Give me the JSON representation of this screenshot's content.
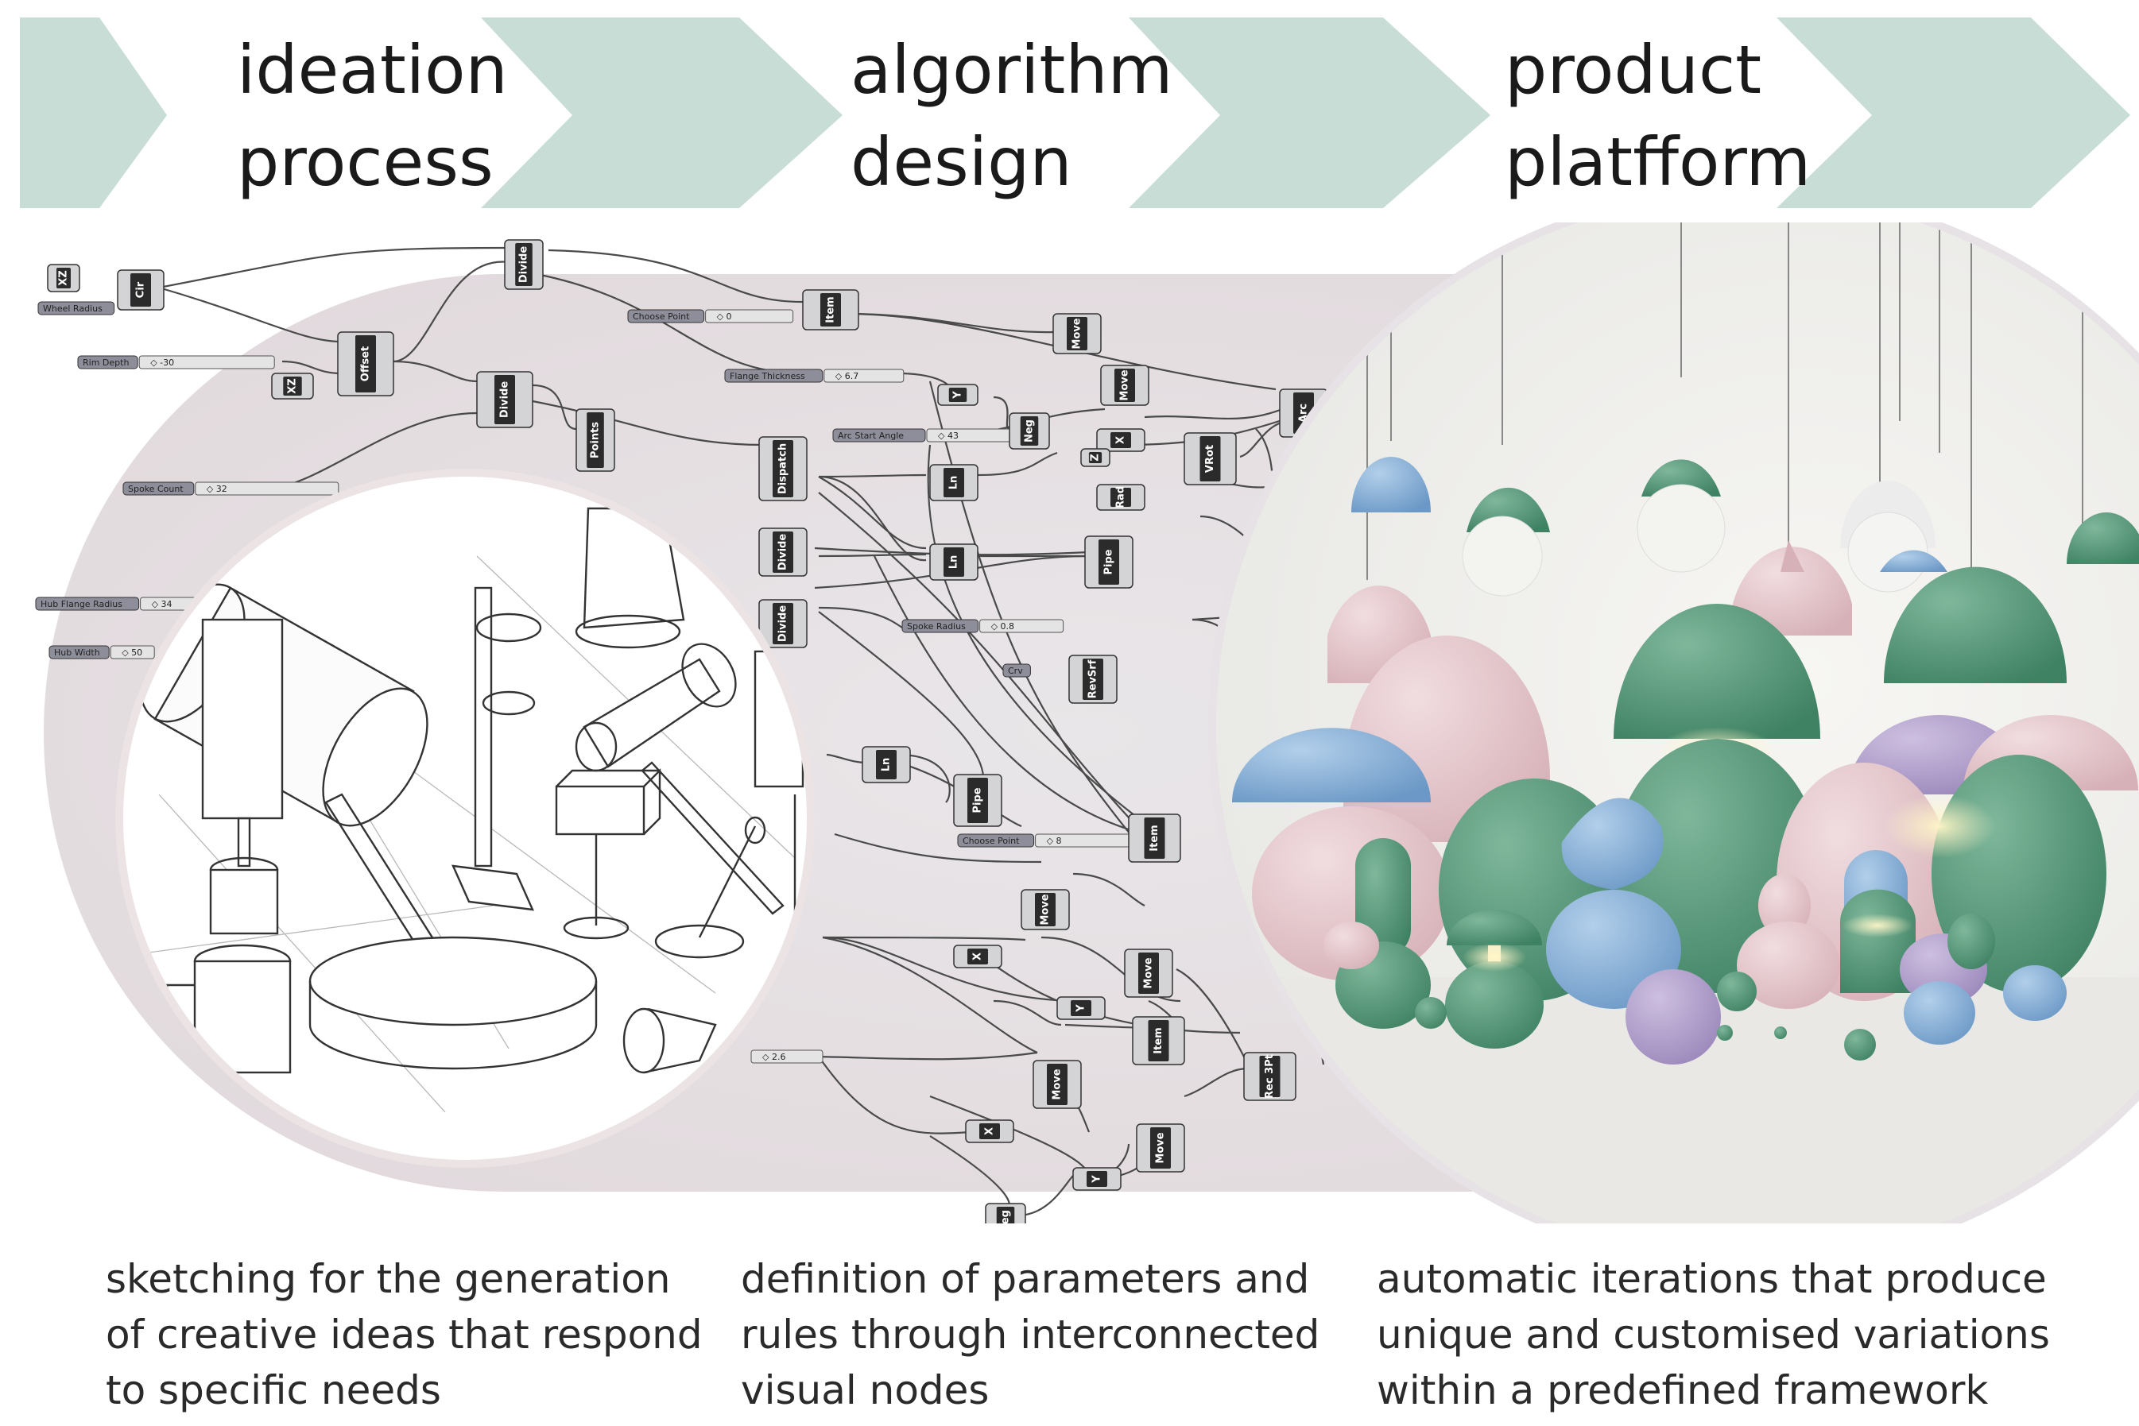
{
  "colors": {
    "chevron": "#c7ddd6",
    "oval": "#e7e1e4",
    "sketch_bg": "#ffffff",
    "lamp_green": "#5a9a7c",
    "lamp_pink": "#e3c4c8",
    "lamp_blue": "#8bb5db",
    "lamp_lilac": "#b6a6cf"
  },
  "stages": [
    {
      "line1": "ideation",
      "line2": "process",
      "desc": [
        "sketching for the generation",
        "of creative ideas that respond",
        "to specific needs"
      ]
    },
    {
      "line1": "algorithm",
      "line2": "design",
      "desc": [
        "definition of parameters and",
        "rules through interconnected",
        "visual nodes"
      ]
    },
    {
      "line1": "product",
      "line2": "platfform",
      "desc": [
        "automatic iterations that produce",
        "unique and customised variations",
        "within a predefined framework"
      ]
    }
  ],
  "nodes": {
    "divide": "Divide",
    "offset": "Offset",
    "points": "Points",
    "item": "Item",
    "move": "Move",
    "neg": "Neg",
    "arc": "Arc",
    "vrot": "VRot",
    "rad": "Rad",
    "dispatch": "Dispatch",
    "ln": "Ln",
    "pipe": "Pipe",
    "revsrf": "RevSrf",
    "rec3pt": "Rec 3Pt",
    "cir": "Cir",
    "xz": "XZ",
    "x": "X",
    "y": "Y",
    "z": "Z"
  },
  "sliders": {
    "wheel_radius": "Wheel Radius",
    "rim_depth": "Rim Depth",
    "rim_depth_val": "-30",
    "spoke_count": "Spoke Count",
    "spoke_count_val": "32",
    "hub_flange_radius": "Hub Flange Radius",
    "hub_flange_val": "34",
    "hub_width": "Hub Width",
    "hub_width_val": "50",
    "choose_point": "Choose Point",
    "choose_point_val": "0",
    "flange_thickness": "Flange Thickness",
    "flange_thickness_val": "6.7",
    "arc_start_angle": "Arc Start Angle",
    "arc_start_angle_val": "43",
    "spoke_radius": "Spoke Radius",
    "spoke_radius_val": "0.8",
    "crv": "Crv",
    "choose_point2": "Choose Point",
    "choose_point2_val": "8",
    "value_26": "2.6"
  }
}
